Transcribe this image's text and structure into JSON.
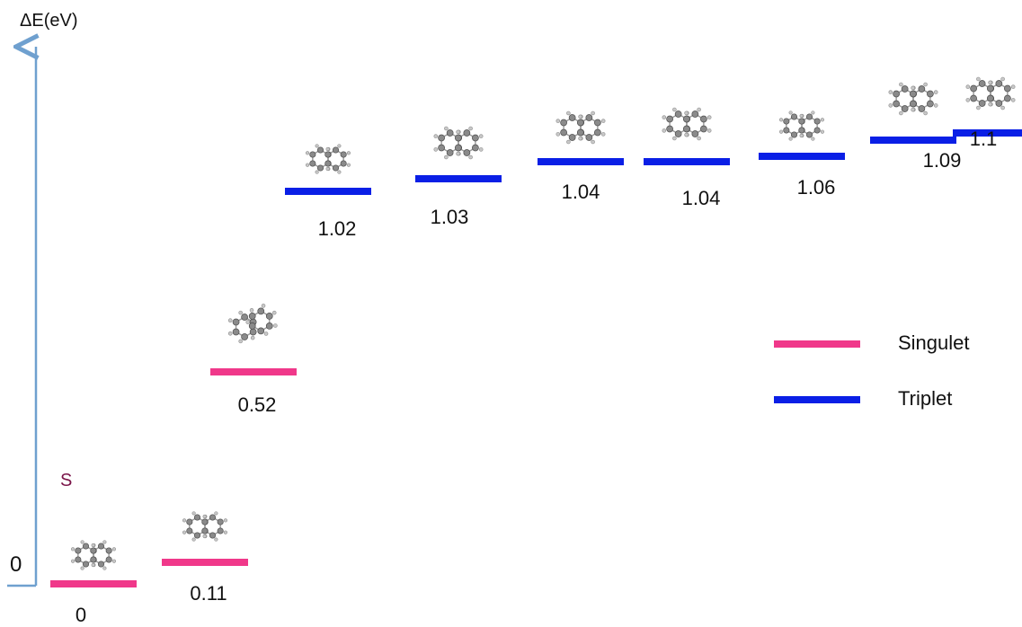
{
  "axis": {
    "title": "ΔE(eV)",
    "zero_label": "0"
  },
  "annotation": {
    "text": "S",
    "color": "#7a1448"
  },
  "colors": {
    "singulet": "#f0388a",
    "triplet": "#0a1fe6",
    "axis": "#6fa0cf",
    "atom_carbon": "#8a8a8a",
    "atom_hydrogen": "#c8c8c8"
  },
  "legend": {
    "items": [
      {
        "label": "Singulet",
        "state": "singulet"
      },
      {
        "label": "Triplet",
        "state": "triplet"
      }
    ]
  },
  "chart_data": {
    "type": "energy-level-diagram",
    "ylabel": "ΔE(eV)",
    "levels": [
      {
        "energy": 0,
        "label": "0",
        "state": "singulet",
        "structure": "molecule-icon"
      },
      {
        "energy": 0.11,
        "label": "0.11",
        "state": "singulet",
        "structure": "molecule-icon"
      },
      {
        "energy": 0.52,
        "label": "0.52",
        "state": "singulet",
        "structure": "molecule-icon"
      },
      {
        "energy": 1.02,
        "label": "1.02",
        "state": "triplet",
        "structure": "molecule-icon"
      },
      {
        "energy": 1.03,
        "label": "1.03",
        "state": "triplet",
        "structure": "molecule-icon"
      },
      {
        "energy": 1.04,
        "label": "1.04",
        "state": "triplet",
        "structure": "molecule-icon"
      },
      {
        "energy": 1.04,
        "label": "1.04",
        "state": "triplet",
        "structure": "molecule-icon"
      },
      {
        "energy": 1.06,
        "label": "1.06",
        "state": "triplet",
        "structure": "molecule-icon"
      },
      {
        "energy": 1.09,
        "label": "1.09",
        "state": "triplet",
        "structure": "molecule-icon"
      },
      {
        "energy": 1.1,
        "label": "1.1",
        "state": "triplet",
        "structure": "molecule-icon"
      }
    ]
  }
}
